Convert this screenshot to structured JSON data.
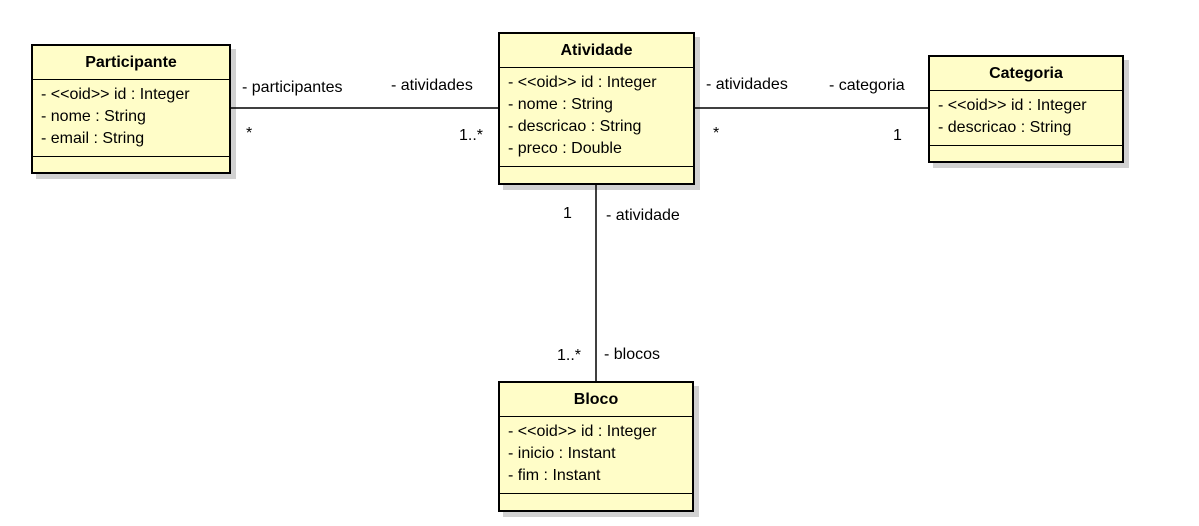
{
  "classes": {
    "participante": {
      "name": "Participante",
      "attributes": [
        "- <<oid>> id : Integer",
        "- nome : String",
        "- email : String"
      ]
    },
    "atividade": {
      "name": "Atividade",
      "attributes": [
        "- <<oid>> id : Integer",
        "- nome : String",
        "- descricao : String",
        "- preco : Double"
      ]
    },
    "categoria": {
      "name": "Categoria",
      "attributes": [
        "- <<oid>> id : Integer",
        "- descricao : String"
      ]
    },
    "bloco": {
      "name": "Bloco",
      "attributes": [
        "- <<oid>> id : Integer",
        "- inicio : Instant",
        "- fim : Instant"
      ]
    }
  },
  "associations": {
    "participante_atividade": {
      "role_left": "- participantes",
      "mult_left": "*",
      "role_right": "- atividades",
      "mult_right": "1..*"
    },
    "atividade_categoria": {
      "role_left": "- atividades",
      "mult_left": "*",
      "role_right": "- categoria",
      "mult_right": "1"
    },
    "atividade_bloco": {
      "role_top": "- atividade",
      "mult_top": "1",
      "role_bottom": "- blocos",
      "mult_bottom": "1..*"
    }
  }
}
